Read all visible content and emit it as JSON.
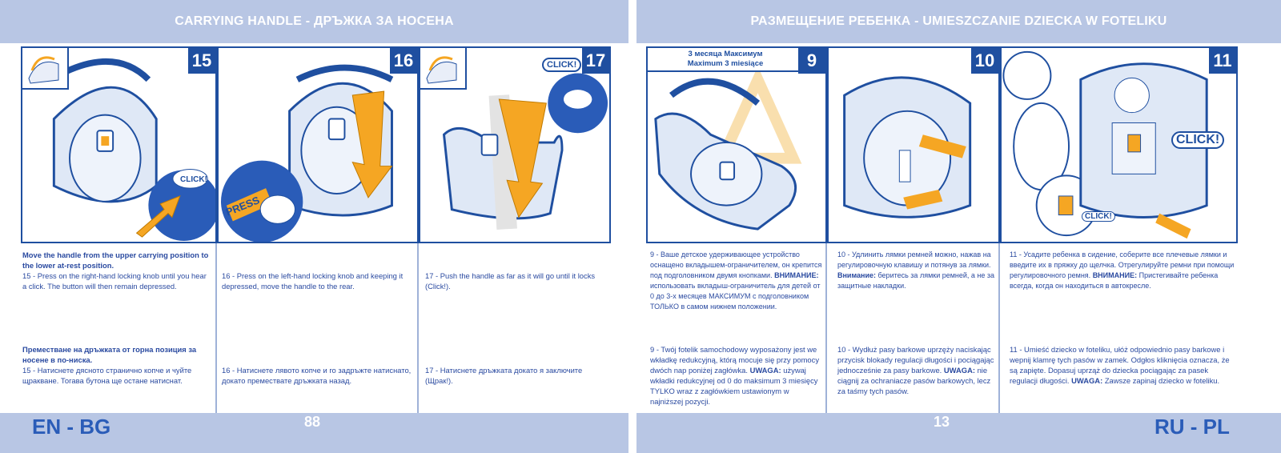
{
  "left_page": {
    "header": "CARRYING HANDLE - ДРЪЖКА ЗА НОСЕНА",
    "page_number": "88",
    "lang": "EN - BG",
    "steps": [
      {
        "number": "15",
        "en_bold": "Move the handle from the upper carrying position to the lower at-rest position.",
        "en": "15 - Press on the right-hand locking knob until you hear a click. The button will then remain depressed.",
        "bg_bold": "Преместване на дръжката от горна позиция за носене в по-ниска.",
        "bg": "15 - Натиснете дясното странично копче и чуйте щракване. Тогава бутона ще остане натиснат.",
        "callout": "CLICK!"
      },
      {
        "number": "16",
        "en": "16 - Press on the left-hand locking knob and keeping it depressed, move the handle to the rear.",
        "bg": "16 - Натиснете лявото копче и го задръжте натиснато, докато премествате дръжката назад.",
        "callout": "PRESS"
      },
      {
        "number": "17",
        "en": "17 - Push the handle as far as it will go until it locks (Click!).",
        "bg": "17 - Натиснете дръжката докато я заключите (Щрак!).",
        "callout": "CLICK!"
      }
    ]
  },
  "right_page": {
    "header": "РАЗМЕЩЕНИЕ РЕБЕНКА - UMIESZCZANIE DZIECKA W FOTELIKU",
    "page_number": "13",
    "lang": "RU - PL",
    "steps": [
      {
        "number": "9",
        "box_line1": "3 месяца Максимум",
        "box_line2": "Maximum 3 miesiące",
        "ru": "9 - Ваше детское удерживающее устройство оснащено вкладышем-ограничителем, он крепится под подголовником двумя кнопками.",
        "ru_warn_label": "ВНИМАНИЕ:",
        "ru_warn": "использовать вкладыш-ограничитель для детей от 0 до 3-х месяцев МАКСИМУМ с подголовником ТОЛЬКО в самом нижнем положении.",
        "pl": "9 - Twój fotelik samochodowy wyposażony jest we wkładkę redukcyjną, którą mocuje się przy pomocy dwóch nap poniżej zagłówka.",
        "pl_warn_label": "UWAGA:",
        "pl_warn": "używaj wkładki redukcyjnej od 0 do maksimum 3 miesięcy TYLKO wraz z zagłówkiem ustawionym w najniższej pozycji."
      },
      {
        "number": "10",
        "ru": "10 - Удлинить лямки ремней можно, нажав на регулировочную клавишу и потянув за лямки.",
        "ru_warn_label": "Внимание:",
        "ru_warn": "беритесь за лямки ремней, а не за защитные накладки.",
        "pl": "10 - Wydłuż pasy barkowe uprzęży naciskając przycisk blokady regulacji długości i pociągając jednocześnie za pasy barkowe.",
        "pl_warn_label": "UWAGA:",
        "pl_warn": "nie ciągnij za ochraniacze pasów barkowych, lecz za taśmy tych pasów."
      },
      {
        "number": "11",
        "callout1": "CLICK!",
        "callout2": "CLICK!",
        "ru": "11 - Усадите ребенка в сидение, соберите все плечевые лямки и введите их в пряжку до щелчка. Отрегулируйте ремни при помощи регулировочного ремня.",
        "ru_warn_label": "ВНИМАНИЕ:",
        "ru_warn": "Пристегивайте ребенка всегда, когда он находиться в автокресле.",
        "pl": "11 - Umieść dziecko w foteliku, ułóż odpowiednio pasy barkowe i wepnij klamrę tych pasów w zamek. Odgłos kliknięcia oznacza, że są zapięte. Dopasuj uprząż do dziecka pociągając za pasek regulacji długości.",
        "pl_warn_label": "UWAGA:",
        "pl_warn": "Zawsze zapinaj dziecko w foteliku."
      }
    ]
  },
  "colors": {
    "band": "#b8c6e4",
    "frame": "#1f4fa0",
    "text": "#2a4aa0",
    "accent_orange": "#f5a623"
  }
}
